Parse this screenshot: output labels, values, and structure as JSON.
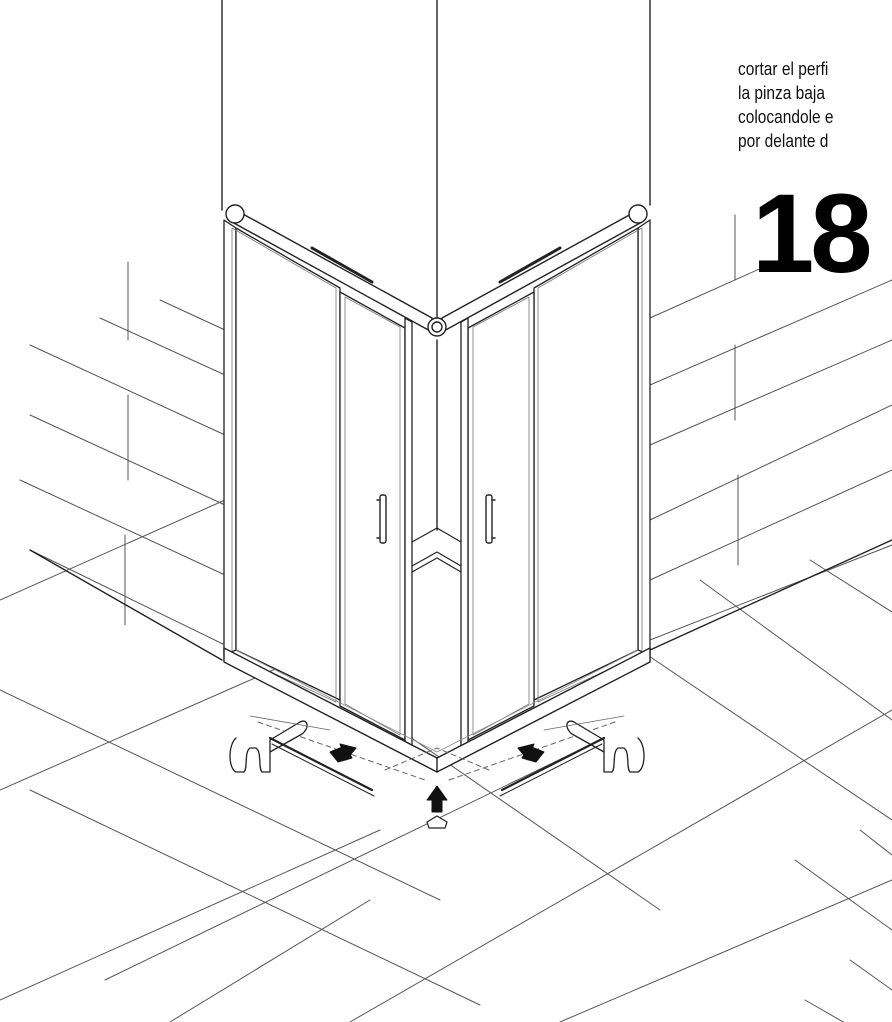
{
  "instruction": {
    "lines": [
      "cortar el perfi",
      "la pinza baja",
      "colocandole e",
      "por delante d"
    ]
  },
  "step": {
    "number": "18"
  }
}
